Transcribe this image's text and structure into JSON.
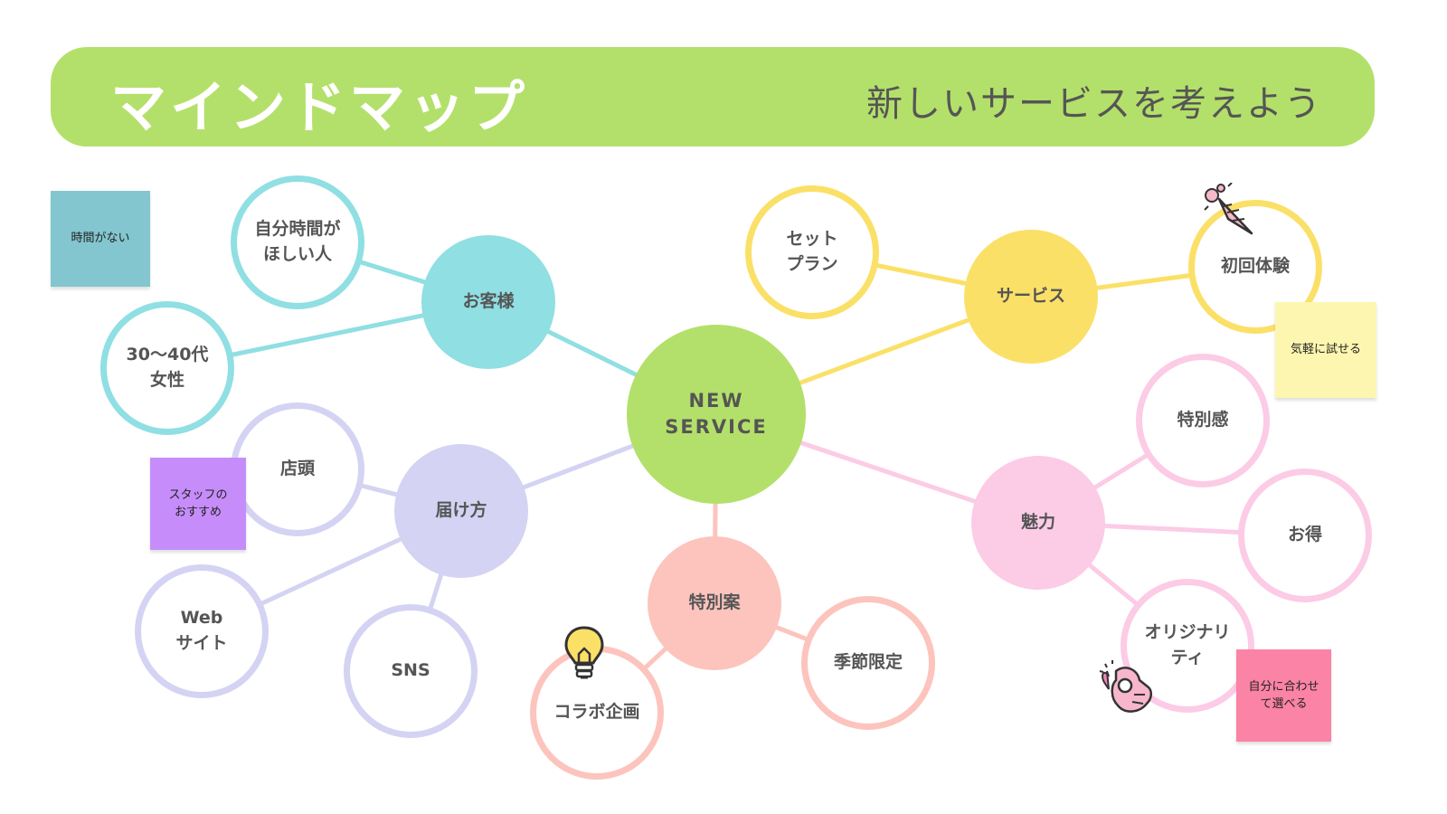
{
  "banner": {
    "title": "マインドマップ",
    "subtitle": "新しいサービスを考えよう",
    "color": "#b3e06a"
  },
  "center": {
    "label": "NEW\nSERVICE",
    "color": "#b3e06a"
  },
  "branches": [
    {
      "id": "customer",
      "label": "お客様",
      "color": "#8fdfe3",
      "children": [
        {
          "label": "自分時間が\nほしい人"
        },
        {
          "label": "30〜40代\n女性"
        }
      ]
    },
    {
      "id": "service",
      "label": "サービス",
      "color": "#fbe068",
      "children": [
        {
          "label": "セット\nプラン"
        },
        {
          "label": "初回体験"
        }
      ]
    },
    {
      "id": "delivery",
      "label": "届け方",
      "color": "#d4d3f3",
      "children": [
        {
          "label": "店頭"
        },
        {
          "label": "Web\nサイト"
        },
        {
          "label": "SNS"
        }
      ]
    },
    {
      "id": "special",
      "label": "特別案",
      "color": "#fcc4bd",
      "children": [
        {
          "label": "コラボ企画"
        },
        {
          "label": "季節限定"
        }
      ]
    },
    {
      "id": "appeal",
      "label": "魅力",
      "color": "#fccbe6",
      "children": [
        {
          "label": "特別感"
        },
        {
          "label": "お得"
        },
        {
          "label": "オリジナリ\nティ"
        }
      ]
    }
  ],
  "notes": [
    {
      "text": "時間がない",
      "color": "#83c6cf"
    },
    {
      "text": "気軽に試せる",
      "color": "#fdf6b0"
    },
    {
      "text": "スタッフの\nおすすめ",
      "color": "#c68dfa"
    },
    {
      "text": "自分に合わせ\nて選べる",
      "color": "#fb83a6"
    }
  ],
  "icons": [
    "party-popper-icon",
    "lightbulb-icon",
    "ok-hand-icon"
  ]
}
